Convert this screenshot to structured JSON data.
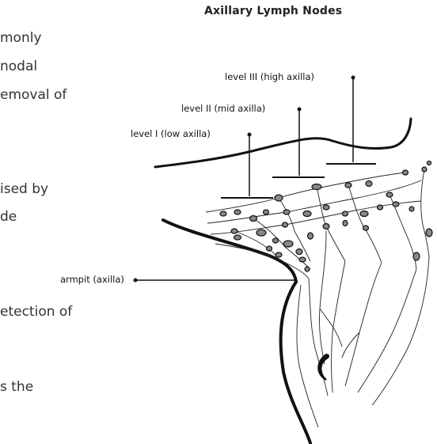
{
  "body_text": {
    "lines": [
      "monly",
      "nodal",
      "emoval of",
      "ised by",
      "de",
      "etection of",
      "s the"
    ]
  },
  "diagram": {
    "title": "Axillary Lymph Nodes",
    "labels": {
      "level_iii": "level III (high axilla)",
      "level_ii": "level II (mid axilla)",
      "level_i": "level I (low axilla)",
      "armpit": "armpit (axilla)"
    },
    "colors": {
      "ink": "#111111",
      "node_fill": "#888888",
      "text": "#333333"
    }
  }
}
